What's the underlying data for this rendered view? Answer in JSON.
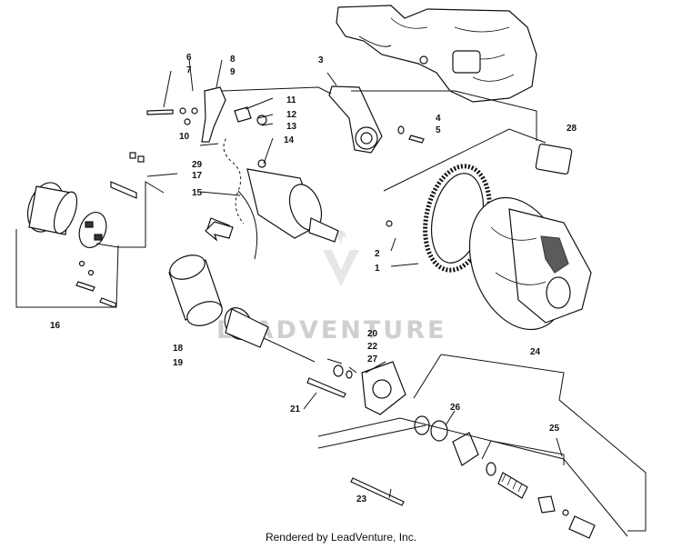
{
  "diagram": {
    "callouts": {
      "c1": "1",
      "c2": "2",
      "c3": "3",
      "c4": "4",
      "c5": "5",
      "c6": "6",
      "c7": "7",
      "c8": "8",
      "c9": "9",
      "c10": "10",
      "c11": "11",
      "c12": "12",
      "c13": "13",
      "c14": "14",
      "c15": "15",
      "c16": "16",
      "c17": "17",
      "c18": "18",
      "c19": "19",
      "c20": "20",
      "c21": "21",
      "c22": "22",
      "c23": "23",
      "c24": "24",
      "c25": "25",
      "c26": "26",
      "c27": "27",
      "c28": "28",
      "c29": "29"
    },
    "watermark": "LEADVENTURE",
    "footer": "Rendered by LeadVenture, Inc."
  }
}
